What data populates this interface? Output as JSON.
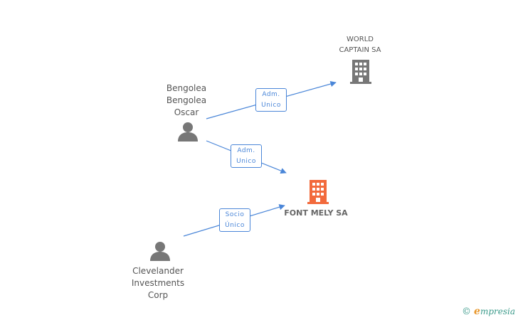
{
  "nodes": {
    "world_captain": {
      "label": "WORLD\nCAPTAIN SA",
      "kind": "company"
    },
    "bengolea": {
      "label": "Bengolea\nBengolea\nOscar",
      "kind": "person"
    },
    "font_mely": {
      "label": "FONT MELY SA",
      "kind": "company-focus"
    },
    "clevelander": {
      "label": "Clevelander\nInvestments\nCorp",
      "kind": "person"
    }
  },
  "edges": [
    {
      "from": "bengolea",
      "to": "world_captain",
      "label_line1": "Adm.",
      "label_line2": "Unico"
    },
    {
      "from": "bengolea",
      "to": "font_mely",
      "label_line1": "Adm.",
      "label_line2": "Unico"
    },
    {
      "from": "clevelander",
      "to": "font_mely",
      "label_line1": "Socio",
      "label_line2": "Único"
    }
  ],
  "icons": {
    "person": "person-icon",
    "company": "building-icon",
    "company_focus": "building-focus-icon"
  },
  "colors": {
    "edge": "#4a86d8",
    "person_icon": "#777777",
    "company_icon": "#777777",
    "focus_icon": "#f26a3c",
    "label_text": "#555555"
  },
  "watermark": {
    "symbol": "©",
    "brand_initial": "e",
    "brand_rest": "mpresia"
  }
}
